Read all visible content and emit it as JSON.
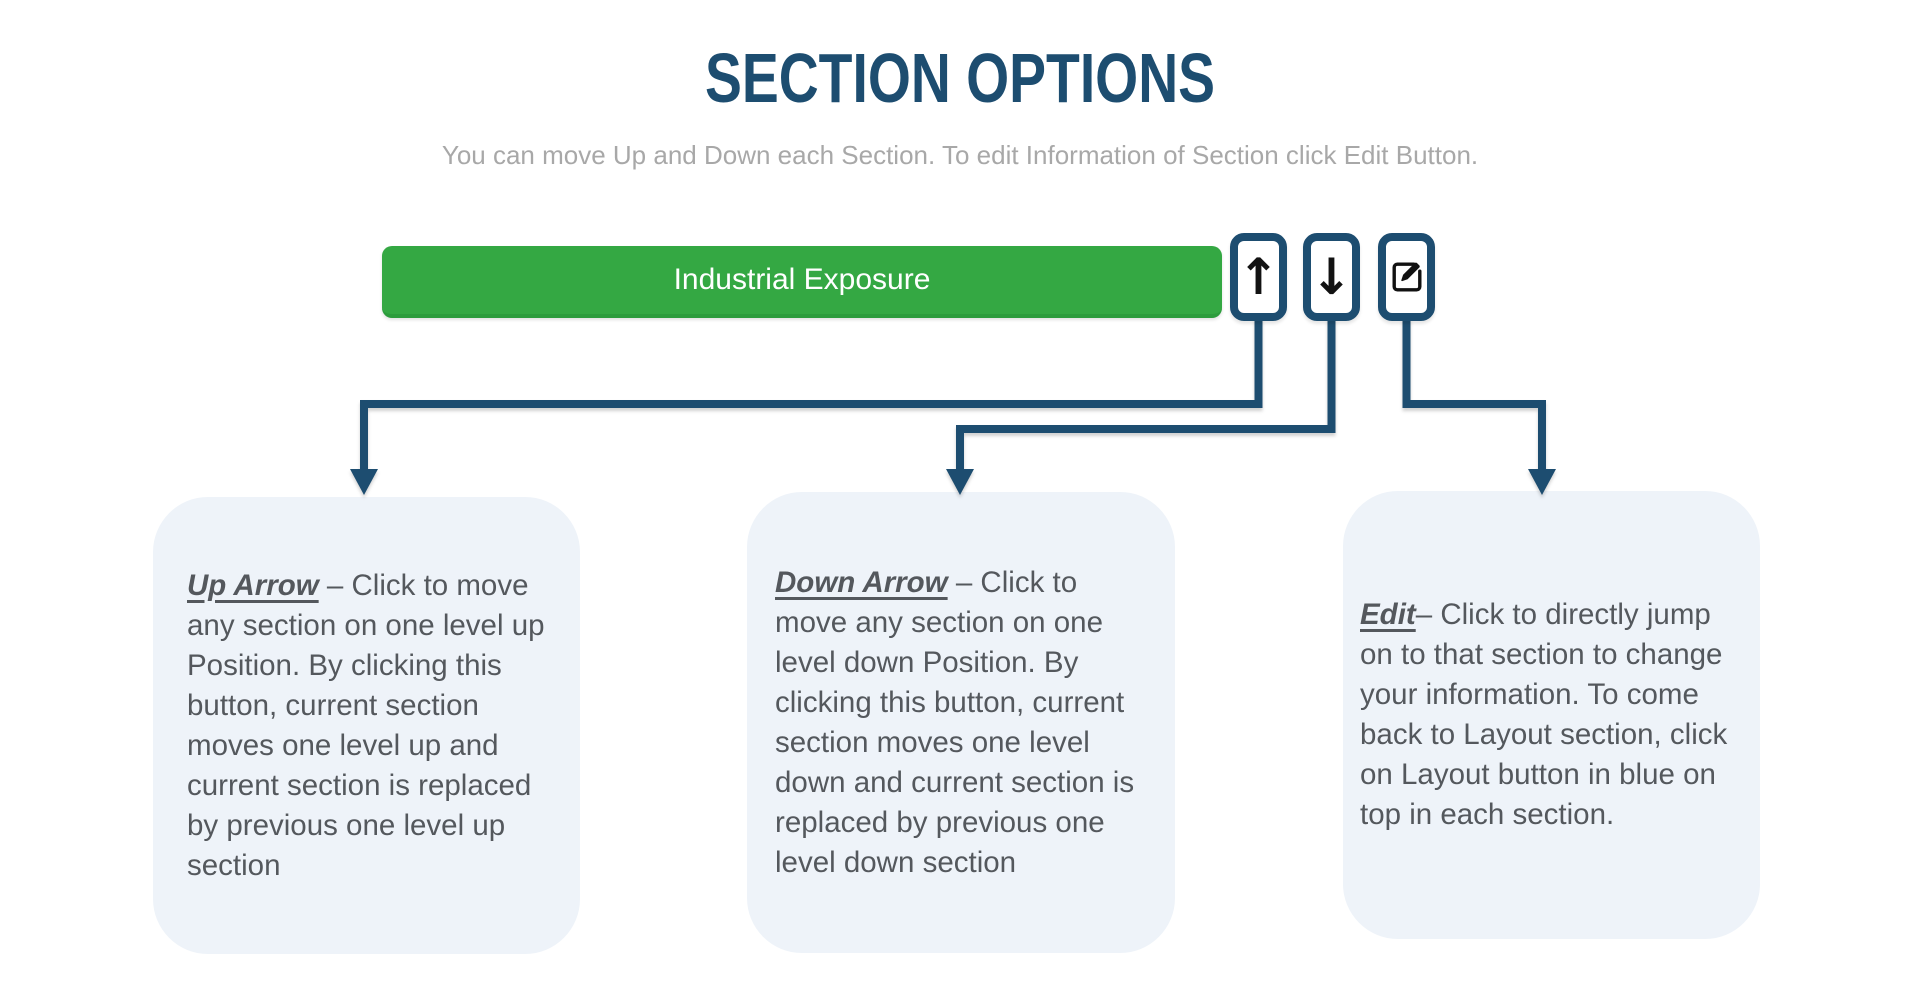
{
  "page": {
    "title": "SECTION OPTIONS",
    "subtitle": "You can move Up and Down each Section. To edit Information of Section click Edit Button."
  },
  "section_bar": {
    "label": "Industrial Exposure",
    "color": "#34a843",
    "text_color": "#ffffff"
  },
  "toolbar": {
    "buttons": [
      {
        "id": "move-up",
        "icon": "up-arrow-icon",
        "glyph": "↑"
      },
      {
        "id": "move-down",
        "icon": "down-arrow-icon",
        "glyph": "↓"
      },
      {
        "id": "edit",
        "icon": "edit-icon"
      }
    ]
  },
  "cards": [
    {
      "lead": "Up Arrow",
      "body": " – Click to move any section on one level up Position. By clicking this button, current section moves one level up and current section is replaced by previous one level up section"
    },
    {
      "lead": "Down Arrow",
      "body": " – Click to move any section on one level down Position. By clicking this button, current section moves one level down and current section is replaced by previous one level down section"
    },
    {
      "lead": "Edit",
      "body": "– Click to directly jump on to that section to change your information. To come back to Layout section, click on Layout button in blue on top in each section."
    }
  ],
  "colors": {
    "navy": "#1d4d70",
    "green": "#34a843",
    "card_background": "#eef3f9",
    "card_text": "#54585d",
    "subtitle_gray": "#a8a8a8",
    "icon_black": "#111111",
    "page_background": "#ffffff"
  }
}
